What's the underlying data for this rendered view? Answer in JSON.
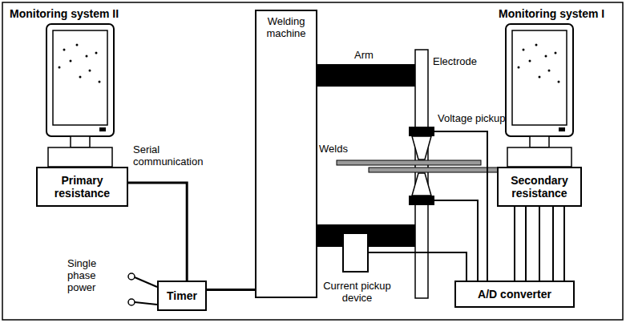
{
  "diagram": {
    "nodes": [
      {
        "text": [
          "Primary resistance"
        ]
      },
      {
        "text": [
          "Secondary resistance"
        ]
      },
      {
        "text": [
          "Welding machine"
        ]
      },
      {
        "text": [
          "Timer"
        ]
      },
      {
        "text": [
          "Current pickup device"
        ]
      },
      {
        "text": [
          "A/D converter"
        ]
      }
    ],
    "edges": [
      {
        "from": 0,
        "to": 3,
        "arrow": "none"
      },
      {
        "from": 3,
        "to": 2,
        "arrow": "none"
      },
      {
        "from": 4,
        "to": 5,
        "arrow": "none"
      },
      {
        "from": 5,
        "to": 1,
        "arrow": "none"
      }
    ],
    "labels": [
      "Monitoring system II",
      "Monitoring system I",
      "Serial communication",
      "Single phase power",
      "Arm",
      "Electrode",
      "Voltage pickup",
      "Welds"
    ]
  }
}
